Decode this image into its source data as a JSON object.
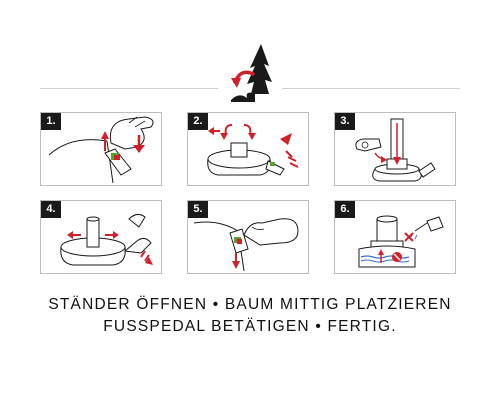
{
  "steps": [
    {
      "number": "1."
    },
    {
      "number": "2."
    },
    {
      "number": "3."
    },
    {
      "number": "4."
    },
    {
      "number": "5."
    },
    {
      "number": "6."
    }
  ],
  "caption": {
    "line1": "STÄNDER ÖFFNEN • BAUM MITTIG PLATZIEREN",
    "line2": "FUSSPEDAL BETÄTIGEN • FERTIG."
  },
  "colors": {
    "accent": "#d0202a",
    "ink": "#1a1a1a",
    "frame": "#bdbdbd"
  },
  "icons": [
    "tree-logo-icon",
    "hand-icon",
    "foot-icon",
    "stand-icon",
    "water-can-icon",
    "no-water-icon"
  ]
}
